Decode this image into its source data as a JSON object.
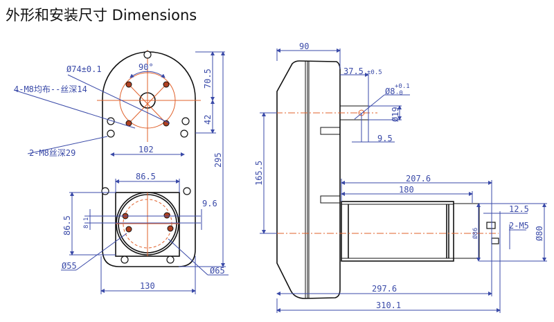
{
  "title": "外形和安装尺寸 Dimensions",
  "front_view": {
    "dia74": "Ø74±0.1",
    "angle": "90°",
    "holes_4m8": "4-M8均布--丝深14",
    "holes_2m8": "2-M8丝深29",
    "dim_102": "102",
    "dim_70_5": "70.5",
    "dim_42": "42",
    "dim_295": "295",
    "dim_86_5_h": "86.5",
    "dim_86_5_v": "86.5",
    "dim_8_1": "8.1",
    "dim_9_6": "9.6",
    "dia55": "Ø55",
    "dia65": "Ø65",
    "dim_130": "130"
  },
  "side_view": {
    "dim_90": "90",
    "dim_37_5": "37.5",
    "tol_37_5": "±0.5",
    "dia8": "Ø8",
    "tol_dia8_upper": "+0.1",
    "tol_dia8_lower": "-0",
    "dia19": "Ø19",
    "dim_9_5": "9.5",
    "dim_165_5": "165.5",
    "dim_207_6": "207.6",
    "dim_180": "180",
    "dim_12_5": "12.5",
    "m5": "2-M5",
    "dia86": "Ø86",
    "dia80": "Ø80",
    "dim_297_6": "297.6",
    "dim_310_1": "310.1"
  }
}
